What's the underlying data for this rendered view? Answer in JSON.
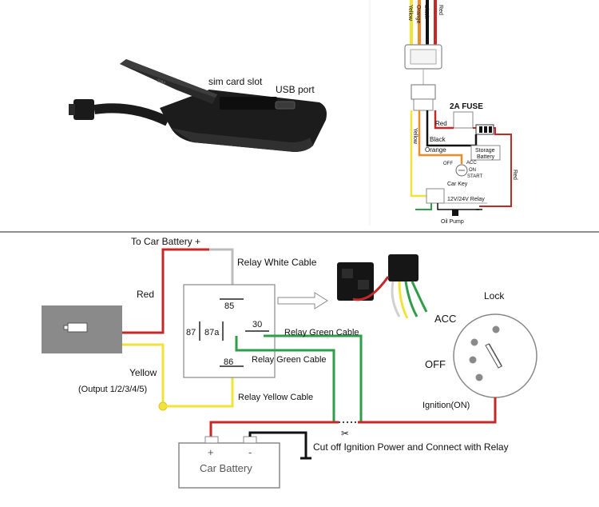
{
  "device_photo": {
    "sim_slot_label": "sim card slot",
    "usb_port_label": "USB port",
    "lid_text": "SIM"
  },
  "small_diagram": {
    "wire_labels_top": [
      "Yellow",
      "Orange",
      "Black",
      "Red"
    ],
    "fuse_label": "2A FUSE",
    "red_label": "Red",
    "black_label": "Black",
    "orange_label": "Orange",
    "yellow_label": "Yellow",
    "red_label_right": "Red",
    "storage_battery_line1": "Storage",
    "storage_battery_line2": "Battery",
    "key_off": "OFF",
    "key_acc": "ACC",
    "key_on": "ON",
    "key_start": "START",
    "car_key_label": "Car Key",
    "relay_label": "12V/24V Relay",
    "oil_pump_label": "Oil Pump"
  },
  "wiring_diagram": {
    "to_battery": "To Car Battery +",
    "red_label": "Red",
    "yellow_label": "Yellow",
    "output_label": "(Output 1/2/3/4/5)",
    "relay_white": "Relay White Cable",
    "relay_green_1": "Relay Green Cable",
    "relay_green_2": "Relay Green Cable",
    "relay_yellow": "Relay Yellow Cable",
    "pin_85": "85",
    "pin_87": "87",
    "pin_87a": "87a",
    "pin_30": "30",
    "pin_86": "86",
    "lock_label": "Lock",
    "acc_label": "ACC",
    "off_label": "OFF",
    "ignition_label": "Ignition(ON)",
    "cutoff_label": "Cut off Ignition Power and Connect with Relay",
    "car_battery": "Car Battery",
    "plus": "+",
    "minus": "-"
  },
  "colors": {
    "red": "#c62828",
    "yellow": "#f2e33a",
    "green": "#2e9e4a",
    "white_wire": "#bdbdbd",
    "black": "#111111",
    "gray_box": "#8a8a8a",
    "orange": "#f08a24"
  }
}
